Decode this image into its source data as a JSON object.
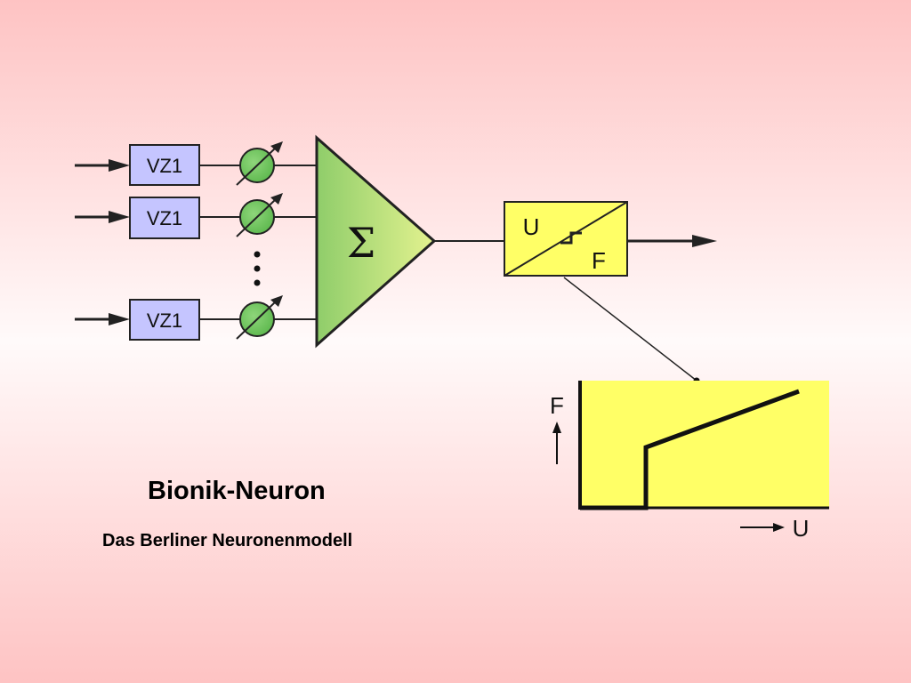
{
  "diagram": {
    "delay_blocks": [
      {
        "label": "VZ1"
      },
      {
        "label": "VZ1"
      },
      {
        "label": "VZ1"
      }
    ],
    "summation_symbol": "Σ",
    "converter": {
      "input_label": "U",
      "output_label": "F"
    },
    "characteristic": {
      "y_label": "F",
      "x_label": "U"
    }
  },
  "caption": {
    "title": "Bionik-Neuron",
    "subtitle": "Das Berliner Neuronenmodell"
  },
  "colors": {
    "delay_fill": "#c5c5ff",
    "weight_fill": "#6dc45e",
    "summer_fill": "#9ed46f",
    "converter_fill": "#ffff66",
    "plot_fill": "#ffff66"
  }
}
